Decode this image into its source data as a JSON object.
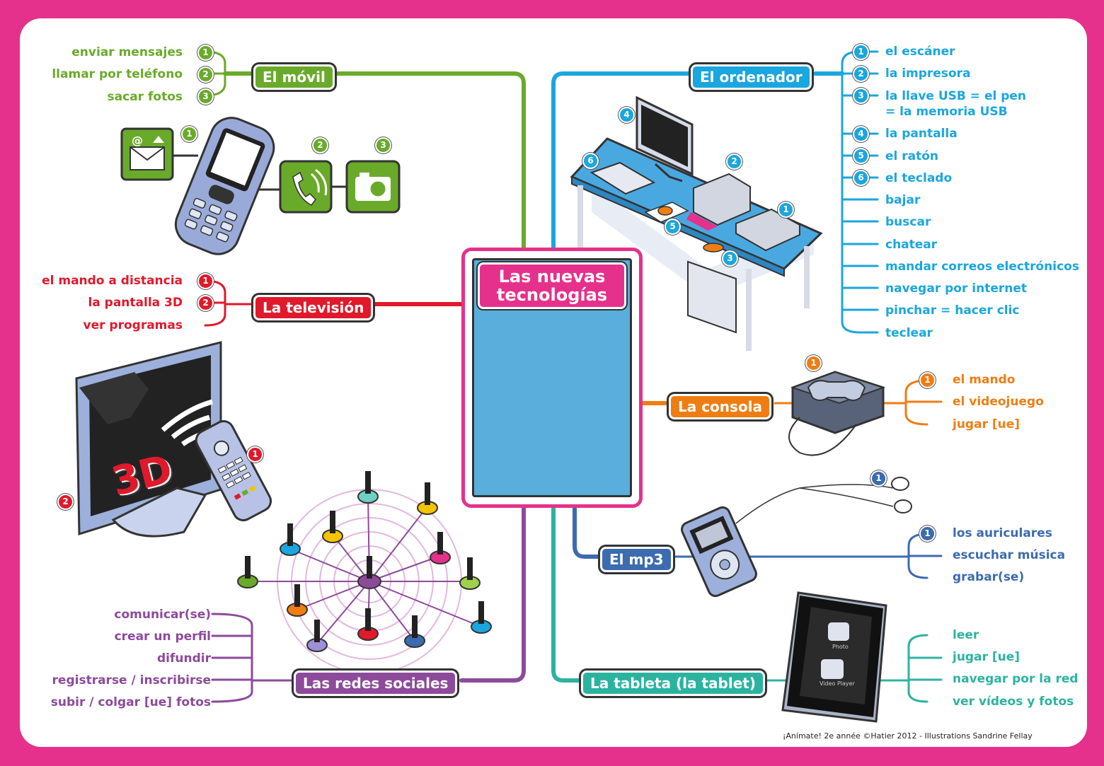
{
  "center": {
    "title": "Las nuevas tecnologías"
  },
  "movil": {
    "label": "El móvil",
    "items": [
      "enviar mensajes",
      "llamar por teléfono",
      "sacar fotos"
    ],
    "numbers": [
      "1",
      "2",
      "3"
    ],
    "color": "#6aaa2a"
  },
  "television": {
    "label": "La televisión",
    "items": [
      "el mando a distancia",
      "la pantalla 3D",
      "ver programas"
    ],
    "numbers": [
      "1",
      "2"
    ],
    "screen_text": "3D",
    "color": "#e0192b"
  },
  "redes": {
    "label": "Las redes sociales",
    "items": [
      "comunicar(se)",
      "crear un perfil",
      "difundir",
      "registrarse / inscribirse",
      "subir / colgar [ue] fotos"
    ],
    "color": "#8d4a9b"
  },
  "ordenador": {
    "label": "El ordenador",
    "items": [
      "el escáner",
      "la impresora",
      "la llave USB = el pen",
      "= la memoria USB",
      "la pantalla",
      "el ratón",
      "el teclado",
      "bajar",
      "buscar",
      "chatear",
      "mandar correos electrónicos",
      "navegar por internet",
      "pinchar = hacer clic",
      "teclear"
    ],
    "numbers": [
      "1",
      "2",
      "3",
      "4",
      "5",
      "6"
    ],
    "color": "#1aa6de"
  },
  "consola": {
    "label": "La consola",
    "items": [
      "el mando",
      "el videojuego",
      "jugar [ue]"
    ],
    "numbers": [
      "1"
    ],
    "color": "#ef7d12"
  },
  "mp3": {
    "label": "El mp3",
    "items": [
      "los auriculares",
      "escuchar música",
      "grabar(se)"
    ],
    "numbers": [
      "1"
    ],
    "color": "#3c6bb0"
  },
  "tableta": {
    "label": "La tableta (la tablet)",
    "items": [
      "leer",
      "jugar [ue]",
      "navegar por la red",
      "ver vídeos y fotos"
    ],
    "icon_labels": [
      "Photo",
      "Video Player"
    ],
    "color": "#2cb3a0"
  },
  "credit": "¡Anímate! 2e année ©Hatier 2012 - Illustrations Sandrine Fellay"
}
